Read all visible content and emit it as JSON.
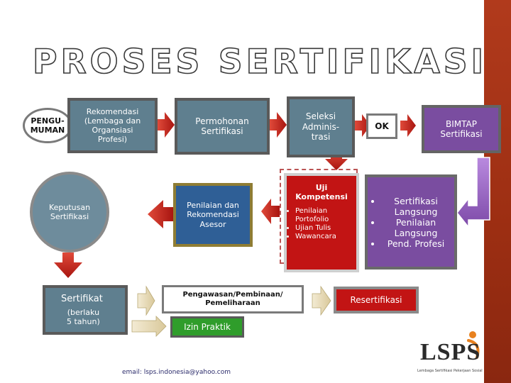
{
  "title": "PROSES SERTIFIKASI",
  "nodes": {
    "pengumuman": "PENGU-\nMUMAN",
    "rekomendasi": "Rekomendasi\n(Lembaga dan\nOrgansiasi\nProfesi)",
    "permohonan": "Permohonan\nSertifikasi",
    "seleksi": "Seleksi\nAdminis-\ntrasi",
    "ok": "OK",
    "bimtap": "BIMTAP\nSertifikasi",
    "uji_title": "Uji\nKompetensi",
    "uji_items": [
      "Penilaian Portofolio",
      "Ujian Tulis",
      "Wawancara"
    ],
    "sertifikasi_items": [
      "Sertifikasi Langsung",
      "Penilaian Langsung",
      "Pend. Profesi"
    ],
    "penilaian": "Penilaian dan\nRekomendasi\nAsesor",
    "keputusan": "Keputusan\nSertifikasi",
    "sertifikat": "Sertifikat",
    "sertifikat_sub": "(berlaku\n5 tahun)",
    "pengawasan": "Pengawasan/Pembinaan/\nPemeliharaan",
    "resertifikasi": "Resertifikasi",
    "izin": "Izin Praktik"
  },
  "logo": {
    "text": "LSPS",
    "tagline": "Lembaga Sertifikasi Pekerjaan Sosial"
  },
  "email": "email: lsps.indonesia@yahoo.com",
  "colors": {
    "gray_step": "#5f7f8f",
    "blue_step": "#2f5f96",
    "red_step": "#c21414",
    "purple_step": "#7a4da0",
    "green_step": "#2f9d2b",
    "arrow_red": "#c8281e",
    "arrow_purple": "#8e5cc0",
    "side_band": "#9c2e12"
  }
}
